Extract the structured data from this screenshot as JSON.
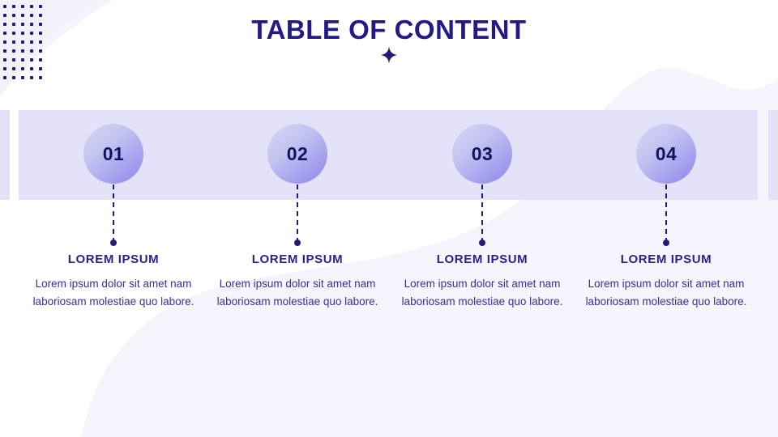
{
  "slide": {
    "title": "TABLE OF CONTENT",
    "sparkle_icon": "sparkle-four-point-star",
    "colors": {
      "background": "#f4f4fc",
      "blob_white": "#ffffff",
      "blob_lavender": "#f6f5fd",
      "band": "#e3e2f8",
      "title_text": "#231a86",
      "heading_text": "#2a1f8e",
      "body_text": "#3a2f9a",
      "dot_grid": "#241a7e",
      "circle_gradient_start": "#d8d9f6",
      "circle_gradient_end": "#8e85ec",
      "circle_number_text": "#16115e",
      "connector": "#241a7e"
    },
    "dot_grid": {
      "columns": 5,
      "rows": 9
    }
  },
  "items": [
    {
      "number": "01",
      "heading": "LOREM IPSUM",
      "body": "Lorem ipsum dolor sit amet nam laboriosam molestiae quo labore."
    },
    {
      "number": "02",
      "heading": "LOREM IPSUM",
      "body": "Lorem ipsum dolor sit amet nam laboriosam molestiae quo labore."
    },
    {
      "number": "03",
      "heading": "LOREM IPSUM",
      "body": "Lorem ipsum dolor sit amet nam laboriosam molestiae quo labore."
    },
    {
      "number": "04",
      "heading": "LOREM IPSUM",
      "body": "Lorem ipsum dolor sit amet nam laboriosam molestiae quo labore."
    }
  ]
}
